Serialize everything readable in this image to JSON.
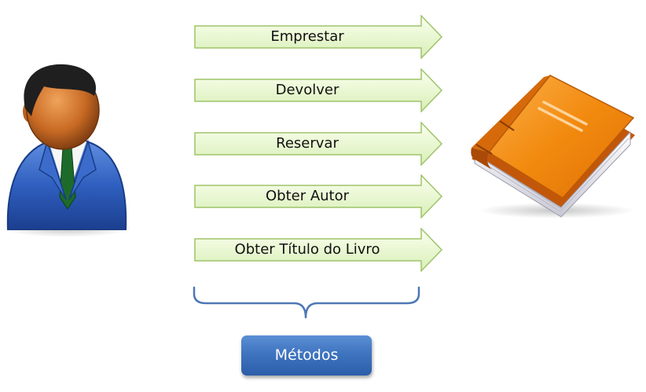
{
  "methods": [
    {
      "label": "Emprestar"
    },
    {
      "label": "Devolver"
    },
    {
      "label": "Reservar"
    },
    {
      "label": "Obter Autor"
    },
    {
      "label": "Obter Título do Livro"
    }
  ],
  "group_label": "Métodos",
  "colors": {
    "arrow_fill_top": "#fbfff0",
    "arrow_fill_bottom": "#d8efb6",
    "arrow_stroke": "#9fc46a",
    "brace": "#4e78b5",
    "methods_box": "#3f74c0",
    "book_cover": "#f28a0f",
    "person_suit": "#2f5fbf",
    "person_tie": "#1d6b2a"
  },
  "icons": {
    "actor": "person-icon",
    "object": "book-icon"
  }
}
